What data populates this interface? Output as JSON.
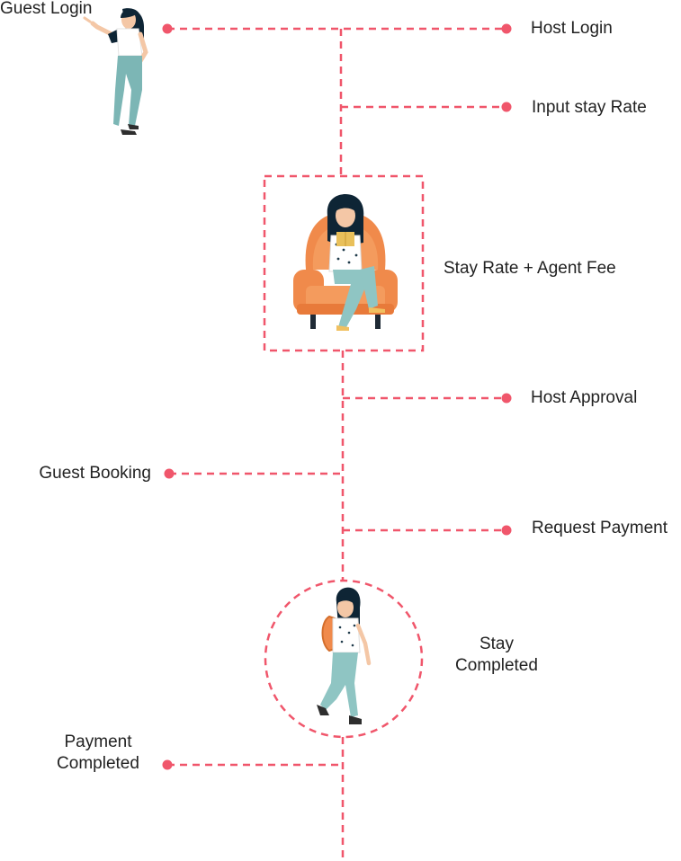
{
  "diagram": {
    "accent_color": "#f0566b",
    "steps": {
      "guest_login": "Guest Login",
      "host_login": "Host Login",
      "input_stay_rate": "Input stay Rate",
      "stay_rate_agent_fee": "Stay Rate + Agent Fee",
      "host_approval": "Host Approval",
      "guest_booking": "Guest Booking",
      "request_payment": "Request Payment",
      "stay_completed_line1": "Stay",
      "stay_completed_line2": "Completed",
      "payment_completed_line1": "Payment",
      "payment_completed_line2": "Completed"
    },
    "illustrations": {
      "standing_woman": "woman-pointing-illustration",
      "sofa_woman": "woman-reading-on-sofa-illustration",
      "walking_woman": "woman-walking-with-backpack-illustration"
    }
  }
}
